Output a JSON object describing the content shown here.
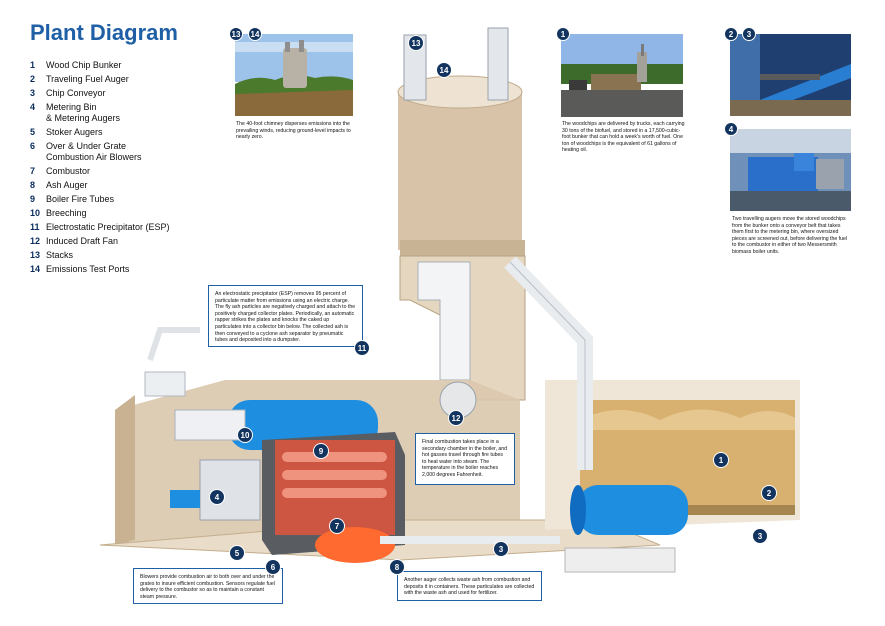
{
  "title": "Plant Diagram",
  "legend": [
    {
      "num": "1",
      "label": "Wood Chip Bunker"
    },
    {
      "num": "2",
      "label": "Traveling Fuel Auger"
    },
    {
      "num": "3",
      "label": "Chip Conveyor"
    },
    {
      "num": "4",
      "label": "Metering Bin\n& Metering Augers"
    },
    {
      "num": "5",
      "label": "Stoker Augers"
    },
    {
      "num": "6",
      "label": "Over & Under Grate\nCombustion Air Blowers"
    },
    {
      "num": "7",
      "label": "Combustor"
    },
    {
      "num": "8",
      "label": "Ash Auger"
    },
    {
      "num": "9",
      "label": "Boiler Fire Tubes"
    },
    {
      "num": "10",
      "label": "Breeching"
    },
    {
      "num": "11",
      "label": "Electrostatic Precipitator (ESP)"
    },
    {
      "num": "12",
      "label": "Induced Draft Fan"
    },
    {
      "num": "13",
      "label": "Stacks"
    },
    {
      "num": "14",
      "label": "Emissions Test Ports"
    }
  ],
  "captions": {
    "stack_photo": "The 40-foot chimney disperses emissions into the prevailing winds, reducing ground-level impacts to nearly zero.",
    "bunker_photo": "The woodchips are delivered by trucks, each carrying 30 tons of the biofuel, and stored in a 17,500-cubic-foot bunker that can hold a week's worth of fuel. One ton of woodchips is the equivalent of 61 gallons of heating oil.",
    "auger_photo": "Two travelling augers move the stored woodchips from the bunker onto a conveyor belt that takes them first to the metering bin, where oversized pieces are screened out, before delivering the fuel to the combustor in either of two Messersmith biomass boiler units.",
    "esp": "An electrostatic precipitator (ESP) removes 95 percent of particulate matter from emissions using an electric charge. The fly ash particles are negatively charged and attach to the positively charged collector plates. Periodically, an automatic rapper strikes the plates and knocks the caked up particulates into a collector bin below. The collected ash is then conveyed to a cyclone ash separator by pneumatic tubes and deposited into a dumpster.",
    "combustion": "Final combustion takes place in a secondary chamber in the boiler, and hot gasses travel through fire tubes to heat water into steam. The temperature in the boiler reaches 2,000 degrees Fahrenheit.",
    "blowers": "Blowers provide combustion air to both over and under the grates to insure efficient combustion. Sensors regulate fuel delivery to the combustor so as to maintain a constant steam pressure.",
    "ash": "Another auger collects waste ash from combustion and deposits it in containers. These particulates are collected with the waste ash and used for fertilizer."
  },
  "badges": {
    "b1": "1",
    "b2": "2",
    "b3": "3",
    "b3b": "3",
    "b4": "4",
    "b5": "5",
    "b6": "6",
    "b7": "7",
    "b8": "8",
    "b9": "9",
    "b10": "10",
    "b11": "11",
    "b12": "12",
    "b13": "13",
    "b14": "14",
    "p13": "13",
    "p14": "14",
    "p1": "1",
    "p2": "2",
    "p3": "3",
    "p4": "4"
  },
  "colors": {
    "title": "#1f5fa6",
    "badge": "#12345e",
    "boiler_blue": "#1e8ee0",
    "fire": "#e2553e",
    "chips": "#d8b070"
  }
}
